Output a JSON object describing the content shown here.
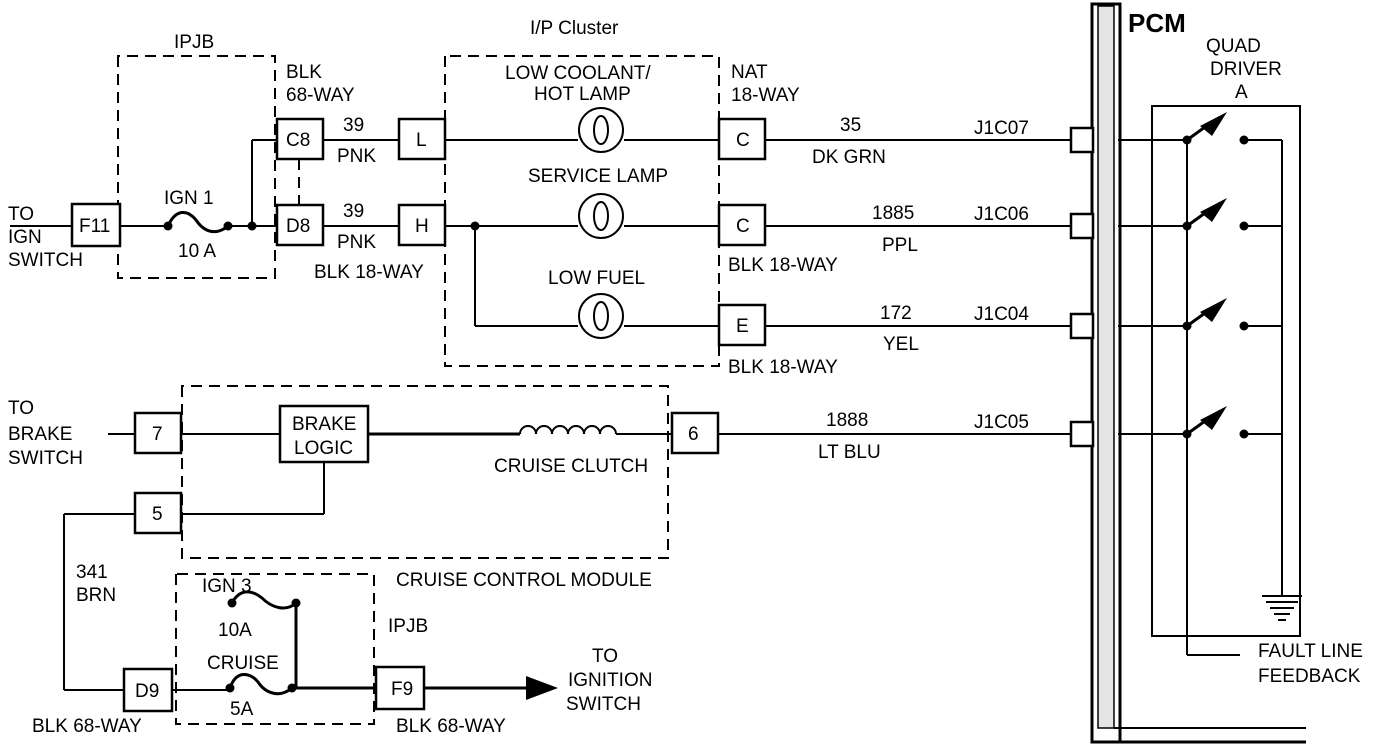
{
  "pcm": {
    "title": "PCM",
    "quad_driver": [
      "QUAD",
      "DRIVER",
      "A"
    ],
    "fault": [
      "FAULT LINE",
      "FEEDBACK"
    ]
  },
  "ipjb_top": {
    "title": "IPJB",
    "to": [
      "TO",
      "IGN",
      "SWITCH"
    ],
    "fuse_id": "F11",
    "fuse_name": "IGN 1",
    "fuse_rating": "10 A"
  },
  "connectors": {
    "c8": "C8",
    "d8": "D8",
    "blk68": [
      "BLK",
      "68-WAY"
    ],
    "blk18": "BLK 18-WAY",
    "nat": [
      "NAT",
      "18-WAY"
    ],
    "blk18_c": "BLK 18-WAY",
    "blk18_e": "BLK 18-WAY"
  },
  "cluster": {
    "title": "I/P Cluster",
    "pin_l": "L",
    "pin_h": "H",
    "pin_c1": "C",
    "pin_c2": "C",
    "pin_e": "E",
    "lamp1": [
      "LOW COOLANT/",
      "HOT LAMP"
    ],
    "lamp2": "SERVICE LAMP",
    "lamp3": "LOW FUEL"
  },
  "wires": {
    "w39a_num": "39",
    "w39a_color": "PNK",
    "w39b_num": "39",
    "w39b_color": "PNK",
    "w35_num": "35",
    "w35_color": "DK GRN",
    "w1885_num": "1885",
    "w1885_color": "PPL",
    "w172_num": "172",
    "w172_color": "YEL",
    "w1888_num": "1888",
    "w1888_color": "LT BLU",
    "w341": [
      "341",
      "BRN"
    ]
  },
  "pcm_pins": [
    "J1C07",
    "J1C06",
    "J1C04",
    "J1C05"
  ],
  "cruise": {
    "module": "CRUISE CONTROL MODULE",
    "to_brake": [
      "TO",
      "BRAKE",
      "SWITCH"
    ],
    "pin7": "7",
    "pin5": "5",
    "pin6": "6",
    "logic": [
      "BRAKE",
      "LOGIC"
    ],
    "clutch": "CRUISE CLUTCH"
  },
  "ipjb_bottom": {
    "title": "IPJB",
    "ign3": "IGN 3",
    "ign3_rating": "10A",
    "cruise_fuse": "CRUISE",
    "cruise_rating": "5A",
    "d9": "D9",
    "f9": "F9",
    "d9_conn": "BLK 68-WAY",
    "f9_conn": "BLK 68-WAY",
    "to": [
      "TO",
      "IGNITION",
      "SWITCH"
    ]
  }
}
